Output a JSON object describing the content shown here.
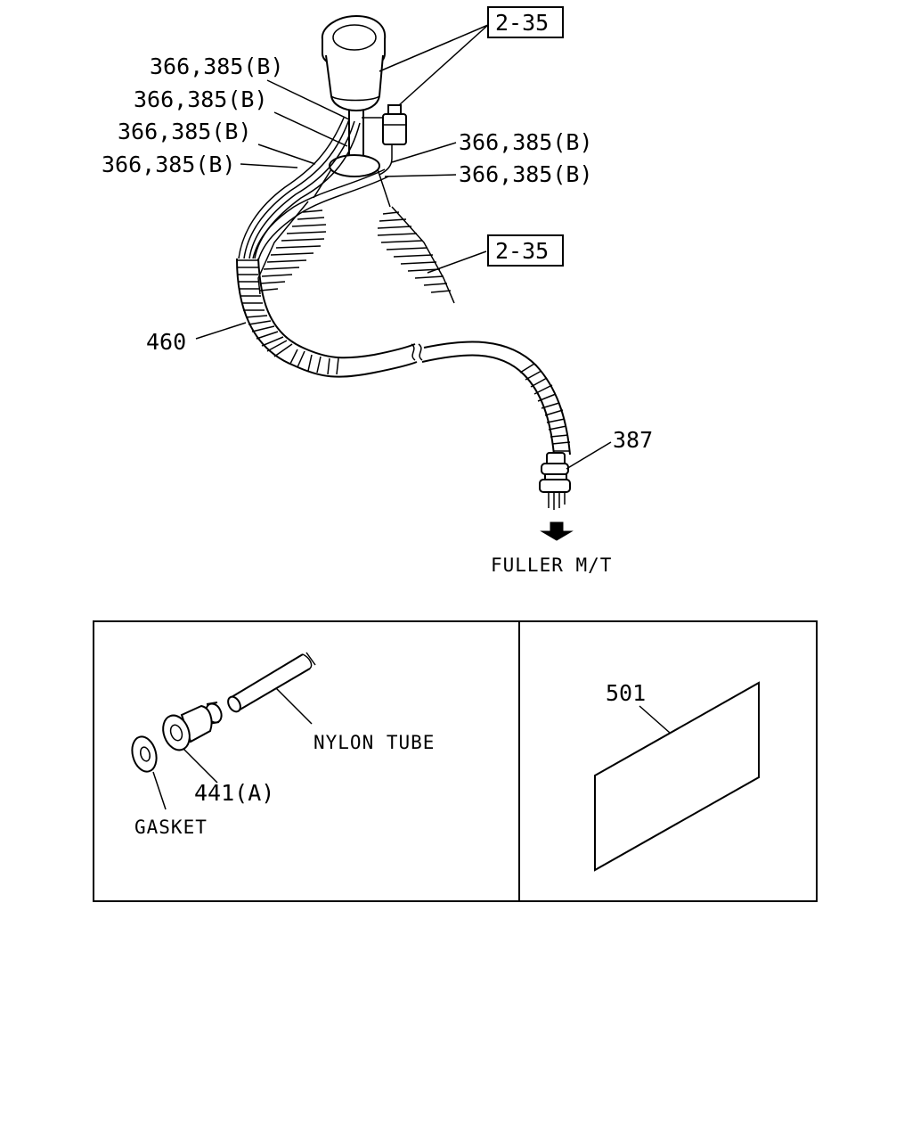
{
  "callouts": {
    "ref_top": "2-35",
    "ref_mid": "2-35",
    "wire_1": "366,385(B)",
    "wire_2": "366,385(B)",
    "wire_3": "366,385(B)",
    "wire_4": "366,385(B)",
    "wire_5": "366,385(B)",
    "wire_6": "366,385(B)",
    "harness": "460",
    "connector": "387",
    "destination": "FULLER M/T"
  },
  "detail_left": {
    "tube": "NYLON TUBE",
    "fitting": "441(A)",
    "gasket": "GASKET"
  },
  "detail_right": {
    "label": "501"
  }
}
